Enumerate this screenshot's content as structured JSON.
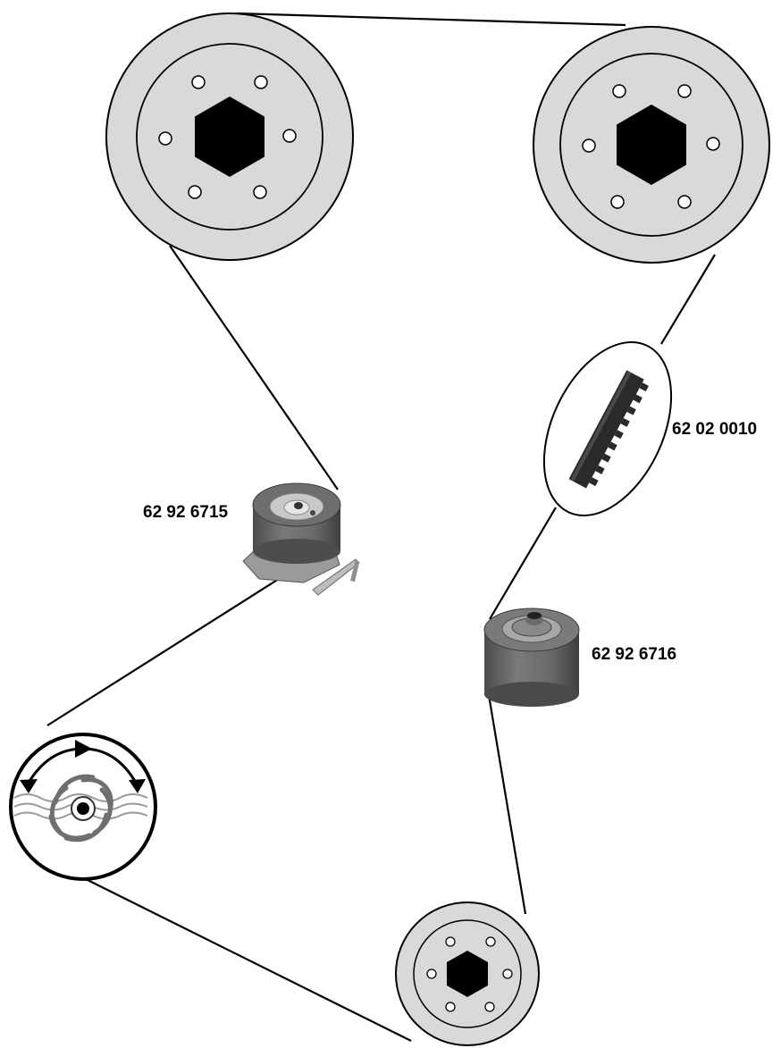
{
  "parts": {
    "tensioner": {
      "part_number": "62 92 6715"
    },
    "timing_belt": {
      "part_number": "62 02 0010"
    },
    "idler": {
      "part_number": "62 92 6716"
    }
  },
  "pulleys": {
    "camshaft_left": {
      "icon": "hexagon-hub-pulley"
    },
    "camshaft_right": {
      "icon": "hexagon-hub-pulley"
    },
    "crankshaft": {
      "icon": "hexagon-hub-pulley"
    },
    "water_pump": {
      "icon": "impeller-rotation-arrows"
    }
  },
  "colors": {
    "pulley_fill": "#d9d9d9",
    "belt_line": "#000000",
    "roller_body": "#6b6b6b"
  }
}
